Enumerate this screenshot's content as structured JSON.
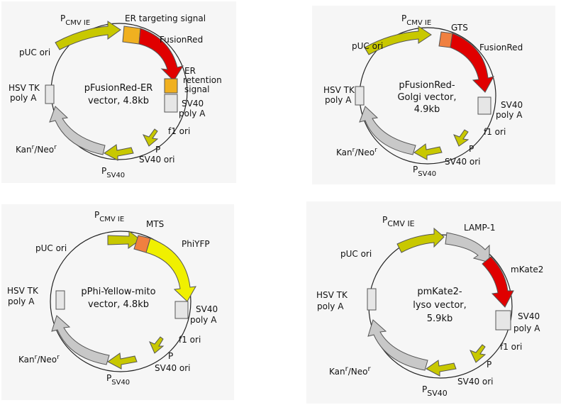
{
  "plasmids": [
    {
      "name_line1": "pFusionRed-ER",
      "name_line2": "vector, 4.8kb",
      "name_line3": "",
      "labels": {
        "promoter_main": "P",
        "promoter_sub": "CMV IE",
        "signal1": "ER targeting signal",
        "reporter": "FusionRed",
        "signal2_line1": "ER",
        "signal2_line2": "retention",
        "signal2_line3": "signal",
        "sv40_line1": "SV40",
        "sv40_line2": "poly A",
        "f1": "f1 ori",
        "p": "P",
        "sv40ori": "SV40 ori",
        "psv40_main": "P",
        "psv40_sub": "SV40",
        "kan_a": "Kan",
        "kan_b": "r",
        "kan_c": "/Neo",
        "kan_d": "r",
        "hsv_line1": "HSV TK",
        "hsv_line2": "poly A",
        "puc": "pUC ori"
      },
      "colors": {
        "promoter": "#c8c800",
        "signal": "#f0b020",
        "reporter": "#e00000",
        "marker": "#c8c8c8",
        "box": "#e6e6e6"
      }
    },
    {
      "name_line1": "pFusionRed-",
      "name_line2": "Golgi vector,",
      "name_line3": "4.9kb",
      "labels": {
        "promoter_main": "P",
        "promoter_sub": "CMV IE",
        "signal1": "GTS",
        "reporter": "FusionRed",
        "sv40_line1": "SV40",
        "sv40_line2": "poly A",
        "f1": "f1 ori",
        "p": "P",
        "sv40ori": "SV40 ori",
        "psv40_main": "P",
        "psv40_sub": "SV40",
        "kan_a": "Kan",
        "kan_b": "r",
        "kan_c": "/Neo",
        "kan_d": "r",
        "hsv_line1": "HSV TK",
        "hsv_line2": "poly A",
        "puc": "pUC ori"
      },
      "colors": {
        "promoter": "#c8c800",
        "signal": "#f08040",
        "reporter": "#e00000",
        "marker": "#c8c8c8",
        "box": "#e6e6e6"
      }
    },
    {
      "name_line1": "pPhi-Yellow-mito",
      "name_line2": "vector, 4.8kb",
      "name_line3": "",
      "labels": {
        "promoter_main": "P",
        "promoter_sub": "CMV IE",
        "signal1": "MTS",
        "reporter": "PhiYFP",
        "sv40_line1": "SV40",
        "sv40_line2": "poly A",
        "f1": "f1 ori",
        "p": "P",
        "sv40ori": "SV40 ori",
        "psv40_main": "P",
        "psv40_sub": "SV40",
        "kan_a": "Kan",
        "kan_b": "r",
        "kan_c": "/Neo",
        "kan_d": "r",
        "hsv_line1": "HSV TK",
        "hsv_line2": "poly A",
        "puc": "pUC ori"
      },
      "colors": {
        "promoter": "#c8c800",
        "signal": "#f08040",
        "reporter": "#f0f000",
        "marker": "#c8c8c8",
        "box": "#e6e6e6"
      }
    },
    {
      "name_line1": "pmKate2-",
      "name_line2": "lyso vector,",
      "name_line3": "5.9kb",
      "labels": {
        "promoter_main": "P",
        "promoter_sub": "CMV IE",
        "signal1": "LAMP-1",
        "reporter": "mKate2",
        "sv40_line1": "SV40",
        "sv40_line2": "poly A",
        "f1": "f1 ori",
        "p": "P",
        "sv40ori": "SV40 ori",
        "psv40_main": "P",
        "psv40_sub": "SV40",
        "kan_a": "Kan",
        "kan_b": "r",
        "kan_c": "/Neo",
        "kan_d": "r",
        "hsv_line1": "HSV TK",
        "hsv_line2": "poly A",
        "puc": "pUC ori"
      },
      "colors": {
        "promoter": "#c8c800",
        "signal": "#c8c8c8",
        "reporter": "#e00000",
        "marker": "#c8c8c8",
        "box": "#e6e6e6"
      }
    }
  ]
}
